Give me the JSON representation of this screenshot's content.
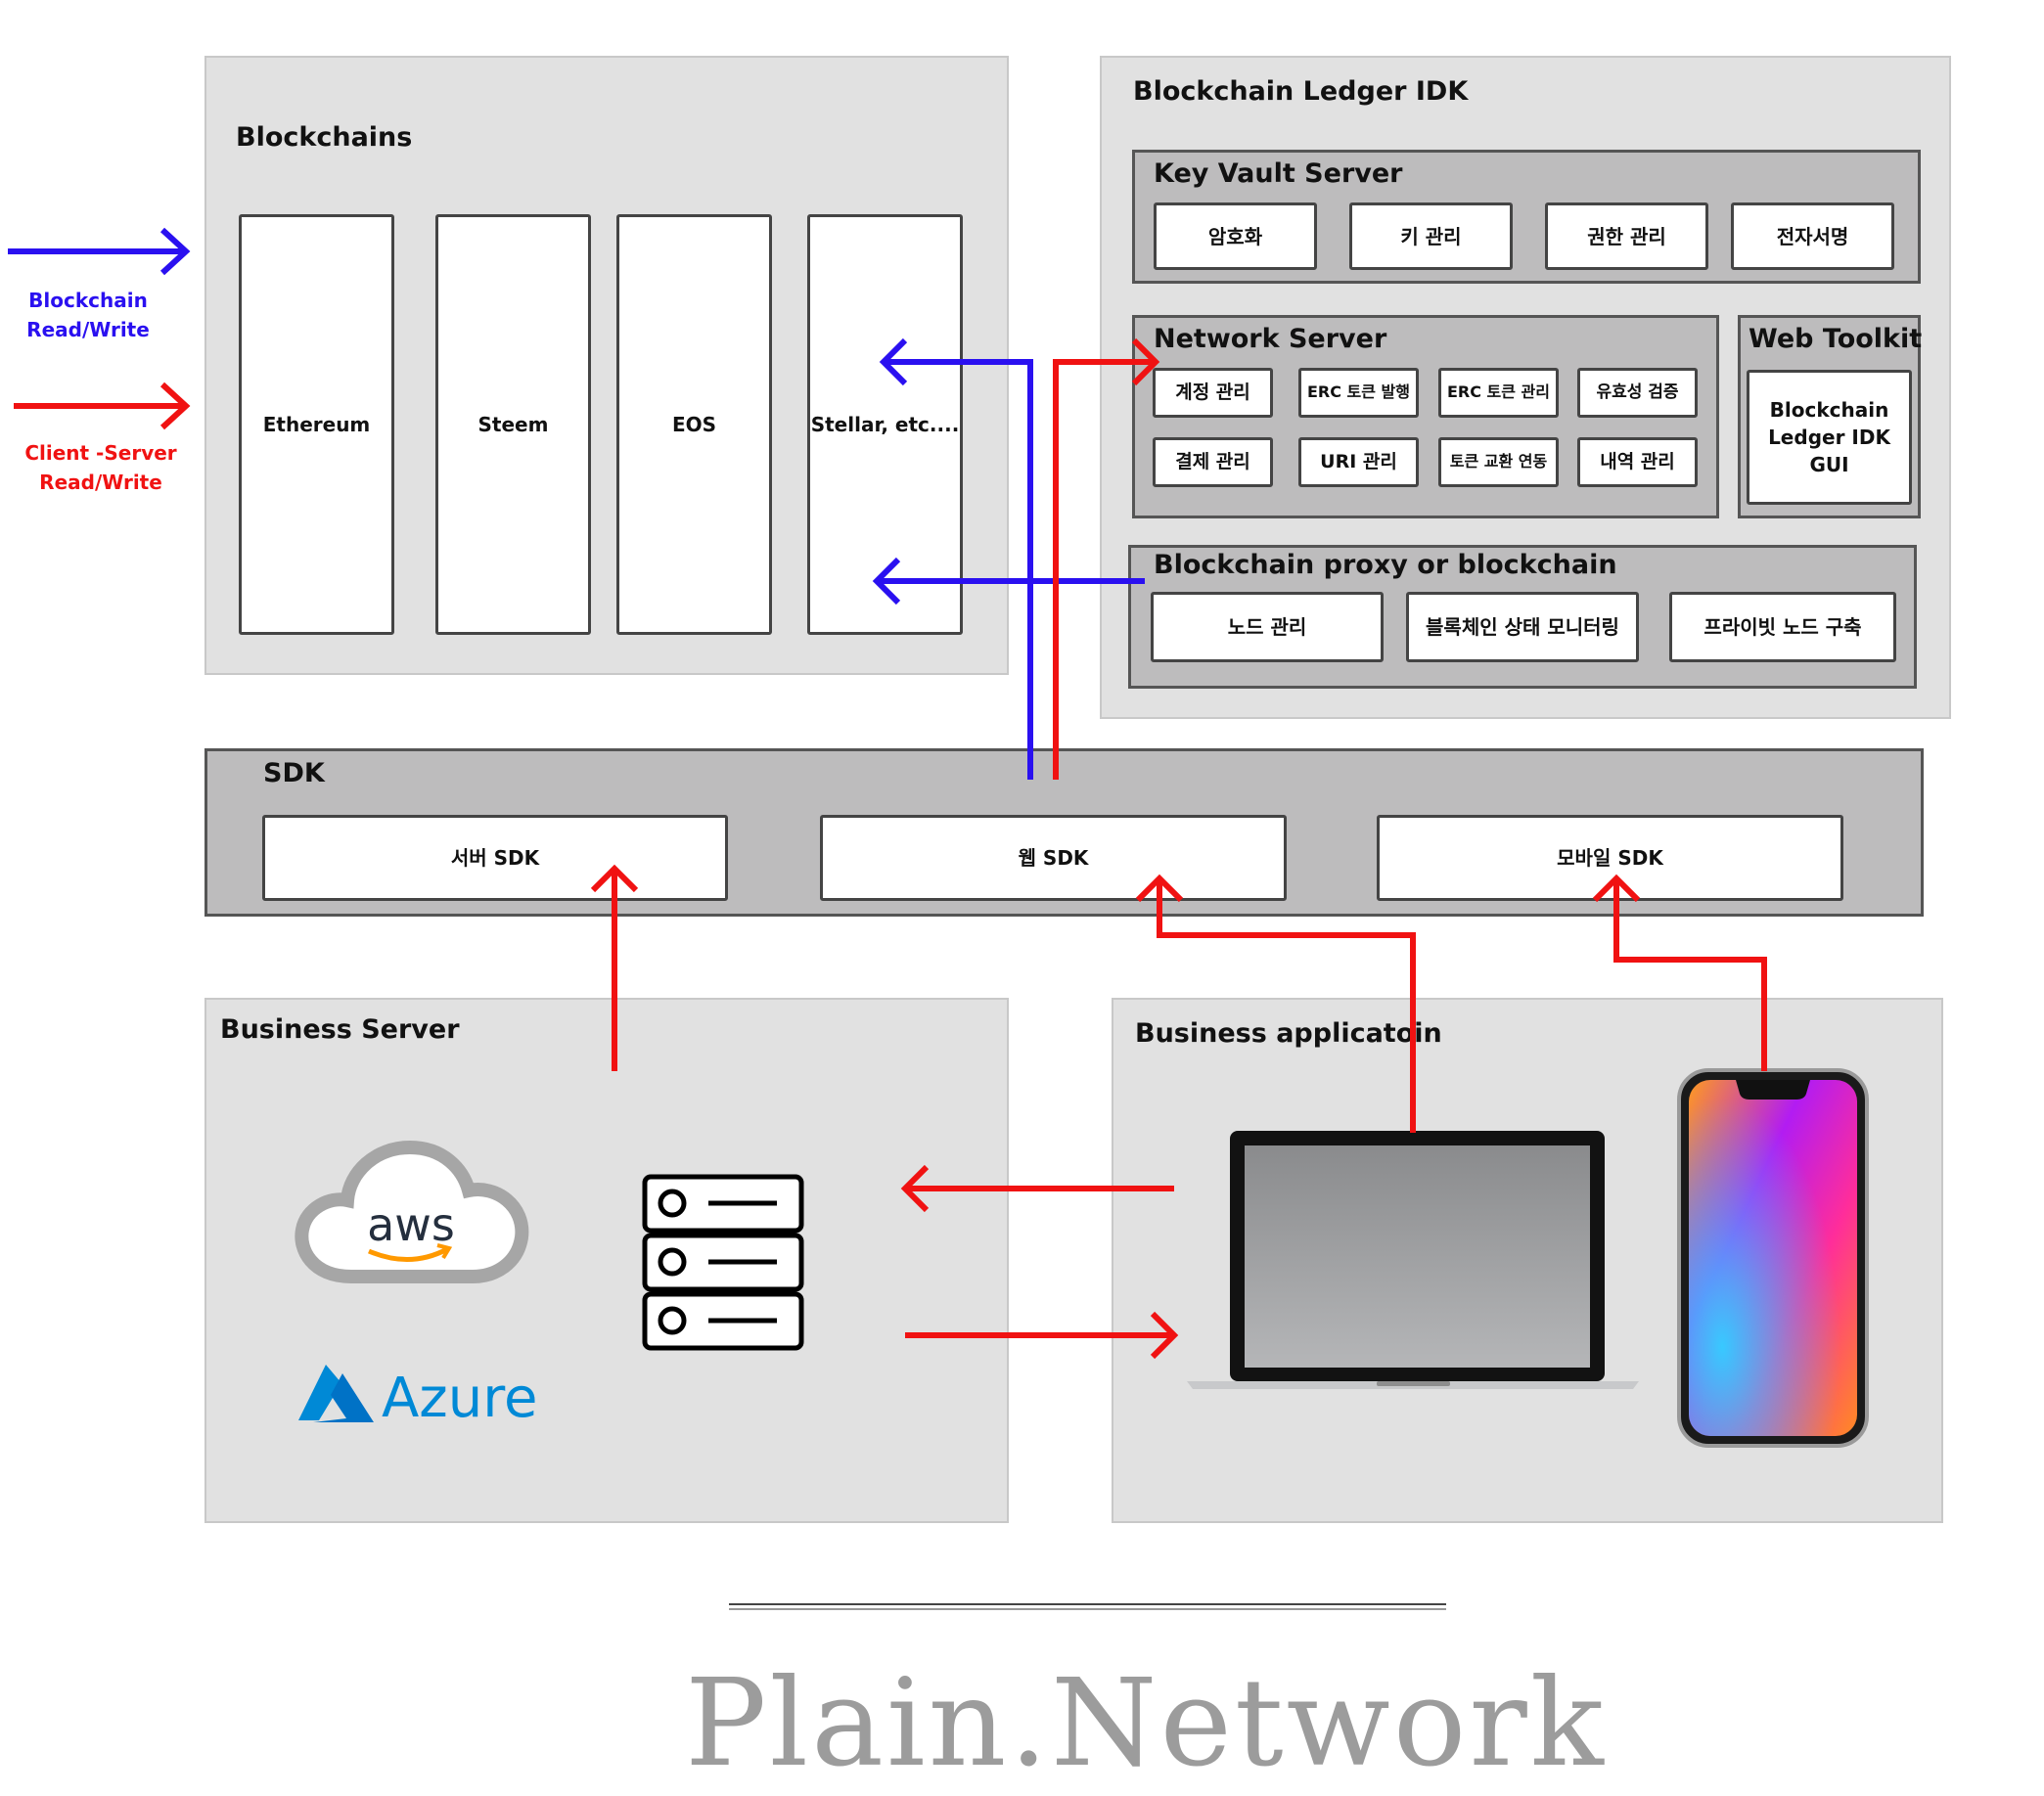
{
  "legend": {
    "blockchain_rw": "Blockchain\nRead/Write",
    "client_server_rw": "Client -Server\nRead/Write",
    "colors": {
      "blockchain_rw": "#2a10f0",
      "client_server_rw": "#f01212"
    }
  },
  "blockchains": {
    "title": "Blockchains",
    "items": [
      "Ethereum",
      "Steem",
      "EOS",
      "Stellar, etc...."
    ]
  },
  "idk": {
    "title": "Blockchain Ledger IDK",
    "key_vault": {
      "title": "Key Vault Server",
      "items": [
        "암호화",
        "키 관리",
        "권한 관리",
        "전자서명"
      ]
    },
    "network": {
      "title": "Network Server",
      "items": [
        "계정 관리",
        "ERC 토큰 발행",
        "ERC 토큰 관리",
        "유효성 검증",
        "결제 관리",
        "URI 관리",
        "토큰 교환 연동",
        "내역 관리"
      ]
    },
    "web_toolkit": {
      "title": "Web Toolkit",
      "item": "Blockchain\nLedger IDK\nGUI"
    },
    "proxy": {
      "title": "Blockchain proxy or blockchain",
      "items": [
        "노드 관리",
        "블록체인 상태 모니터링",
        "프라이빗 노드 구축"
      ]
    }
  },
  "sdk": {
    "title": "SDK",
    "items": [
      "서버 SDK",
      "웹 SDK",
      "모바일 SDK"
    ]
  },
  "business_server": {
    "title": "Business Server",
    "icons": [
      "aws-logo",
      "azure-logo",
      "server-rack-icon"
    ],
    "aws_text": "aws",
    "azure_text": "Azure"
  },
  "business_app": {
    "title": "Business applicatoin",
    "icons": [
      "laptop-icon",
      "smartphone-icon"
    ]
  },
  "brand": "Plain.Network"
}
